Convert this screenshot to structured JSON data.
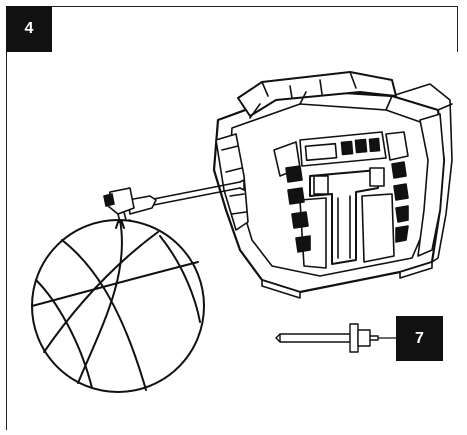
{
  "figure": {
    "step_number": "4",
    "callouts": [
      {
        "label": "7",
        "target": "inflation-needle"
      }
    ]
  },
  "colors": {
    "ink": "#111111",
    "paper": "#ffffff",
    "badge_text": "#ffffff"
  }
}
